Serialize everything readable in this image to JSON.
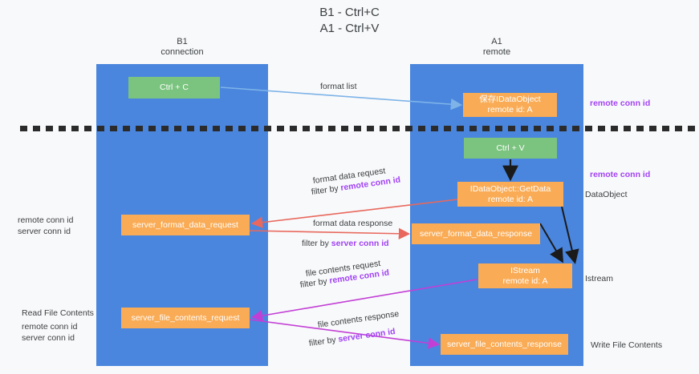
{
  "title": "B1 - Ctrl+C\nA1 - Ctrl+V",
  "columns": {
    "left": "B1\nconnection",
    "right": "A1\nremote"
  },
  "colors": {
    "lane": "#4a86de",
    "node_orange": "#f9ab55",
    "node_green": "#7bc47f",
    "accent_purple": "#a142f4",
    "accent_green": "#6aa84f",
    "arrow_blue": "#7eb3e8",
    "arrow_red": "#e8685d",
    "arrow_magenta": "#c23fd6",
    "arrow_black": "#1a1a1a",
    "background": "#f8f9fa"
  },
  "nodes": {
    "ctrl_c": "Ctrl + C",
    "save_idataobject": "保存IDataObject\nremote id: A",
    "ctrl_v": "Ctrl + V",
    "getdata": "IDataObject::GetData\nremote id: A",
    "server_format_data_request": "server_format_data_request",
    "server_format_data_response": "server_format_data_response",
    "istream": "IStream\nremote id: A",
    "server_file_contents_request": "server_file_contents_request",
    "server_file_contents_response": "server_file_contents_response"
  },
  "edge_labels": {
    "format_list": "format list",
    "format_data_request": "format data request",
    "format_data_request_filter_prefix": "filter by ",
    "format_data_request_filter_key": "remote conn id",
    "format_data_response": "format data response",
    "format_data_response_filter_prefix": "filter by ",
    "format_data_response_filter_key": "server conn id",
    "file_contents_request": "file contents request",
    "file_contents_request_filter_prefix": "filter by ",
    "file_contents_request_filter_key": "remote conn id",
    "file_contents_response": "file contents response",
    "file_contents_response_filter_prefix": "filter by ",
    "file_contents_response_filter_key": "server conn id"
  },
  "annotations": {
    "right_remote_conn_id_top": "remote conn id",
    "right_remote_conn_id_mid": "remote conn id",
    "right_dataobject": "DataObject",
    "right_istream": "Istream",
    "right_write_file_contents": "Write File Contents",
    "left_ids_mid": "remote conn id\nserver conn id",
    "left_read_file_contents": "Read File Contents",
    "left_ids_bottom": "remote conn id\nserver conn id"
  }
}
